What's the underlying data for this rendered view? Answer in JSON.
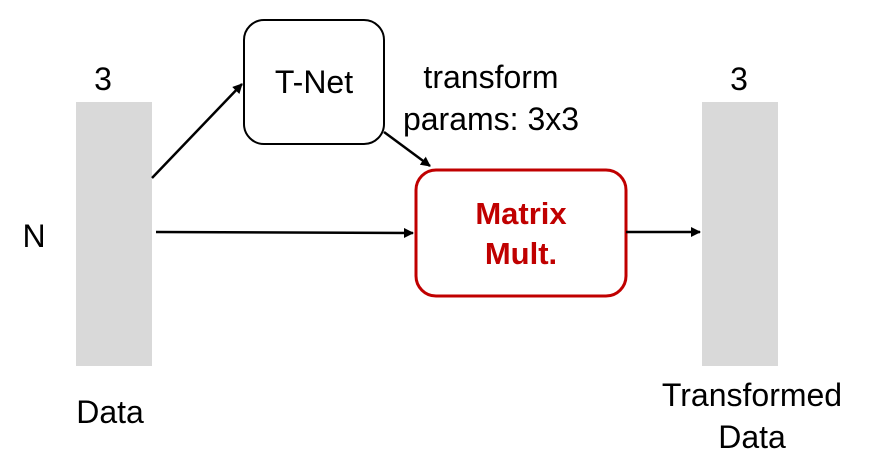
{
  "input": {
    "dim_top": "3",
    "dim_side": "N",
    "caption": "Data",
    "fill_color": "#d9d9d9"
  },
  "tnet": {
    "label": "T-Net",
    "params_line1": "transform",
    "params_line2": "params: 3x3"
  },
  "matmul": {
    "line1": "Matrix",
    "line2": "Mult.",
    "color": "#c00000"
  },
  "output": {
    "dim_top": "3",
    "caption_line1": "Transformed",
    "caption_line2": "Data",
    "fill_color": "#d9d9d9"
  }
}
